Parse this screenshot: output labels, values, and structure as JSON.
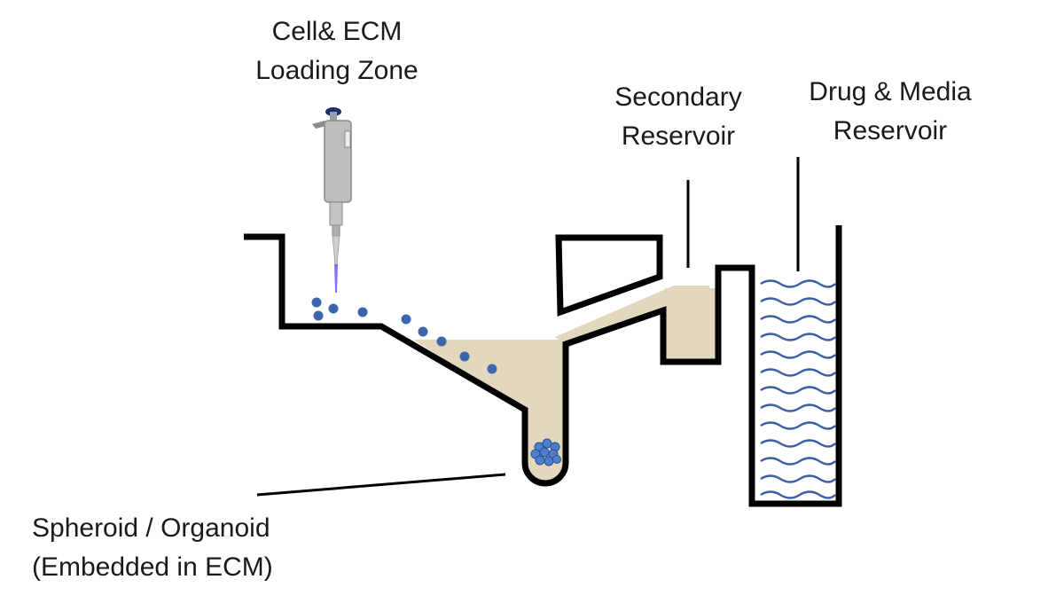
{
  "labels": {
    "loading_zone": {
      "line1": "Cell& ECM",
      "line2": "Loading Zone"
    },
    "secondary_reservoir": {
      "line1": "Secondary",
      "line2": "Reservoir"
    },
    "drug_media_reservoir": {
      "line1": "Drug & Media",
      "line2": "Reservoir"
    },
    "spheroid": {
      "line1": "Spheroid / Organoid",
      "line2": "(Embedded in ECM)"
    }
  },
  "colors": {
    "outline": "#000000",
    "ecm_fill": "#e3d7bd",
    "cell_blue": "#3b66ad",
    "media_wave": "#3c5fa8",
    "pipette_body": "#b9b9b9",
    "pipette_tip_glow": "#6a5cff"
  }
}
